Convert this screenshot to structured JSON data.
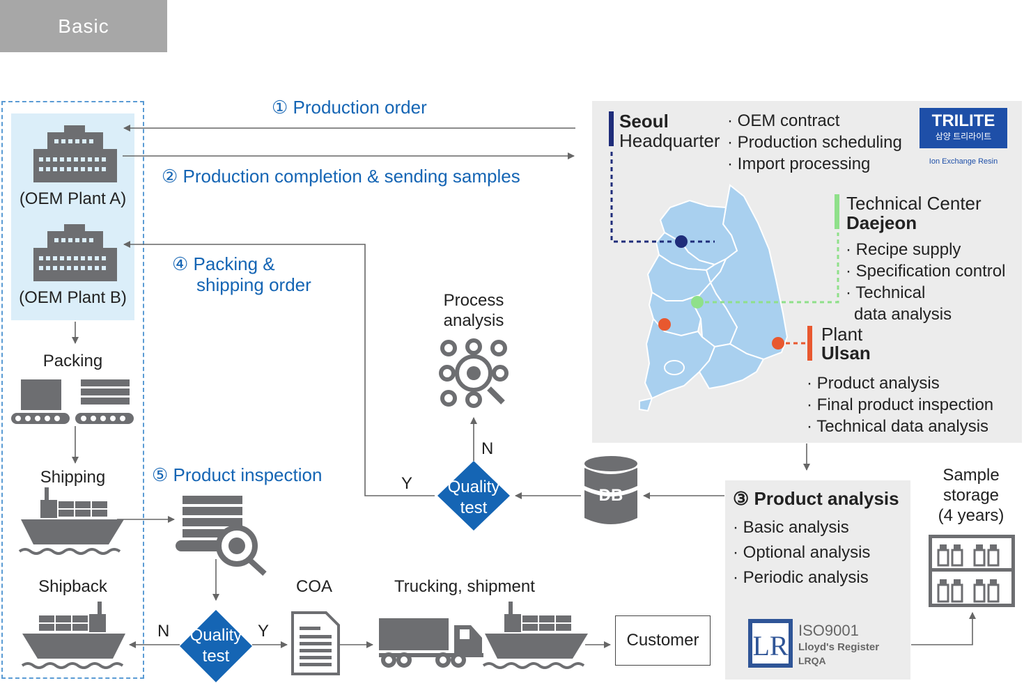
{
  "tag": "Basic",
  "arrows": {
    "production_order": "① Production order",
    "production_completion": "② Production completion & sending samples",
    "packing_order_line1": "④ Packing &",
    "packing_order_line2": "shipping order",
    "product_inspection": "⑤ Product inspection"
  },
  "oem": {
    "plant_a": "(OEM Plant A)",
    "plant_b": "(OEM Plant B)",
    "packing": "Packing",
    "shipping": "Shipping",
    "shipback": "Shipback"
  },
  "hq": {
    "title_bold": "Seoul",
    "title": "Headquarter",
    "items": [
      "· OEM contract",
      "· Production scheduling",
      "· Import processing"
    ]
  },
  "brand": {
    "name": "TRILITE",
    "korean": "삼양 트리라이트",
    "sub": "Ion Exchange Resin"
  },
  "tech_center": {
    "title": "Technical Center",
    "city": "Daejeon",
    "items": [
      "· Recipe supply",
      "· Specification control",
      "· Technical",
      "data analysis"
    ]
  },
  "plant": {
    "title": "Plant",
    "city": "Ulsan",
    "items": [
      "· Product analysis",
      "· Final product inspection",
      "· Technical data analysis"
    ]
  },
  "process_analysis": {
    "line1": "Process",
    "line2": "analysis"
  },
  "quality_test": {
    "line1": "Quality",
    "line2": "test"
  },
  "labels": {
    "n": "N",
    "y": "Y",
    "db": "DB",
    "coa": "COA",
    "trucking": "Trucking, shipment",
    "customer": "Customer"
  },
  "product_analysis": {
    "title": "③ Product analysis",
    "items": [
      "· Basic analysis",
      "· Optional analysis",
      "· Periodic analysis"
    ]
  },
  "iso": {
    "line1": "ISO9001",
    "line2": "Lloyd's Register",
    "line3": "LRQA"
  },
  "sample_storage": {
    "line1": "Sample",
    "line2": "storage",
    "line3": "(4 years)"
  },
  "colors": {
    "blue": "#1565b4",
    "navy": "#1f2d7a",
    "green": "#8fe08a",
    "orange": "#e8582f",
    "map": "#a9d0ef",
    "panel": "#ececec",
    "icon": "#6d6e71"
  }
}
